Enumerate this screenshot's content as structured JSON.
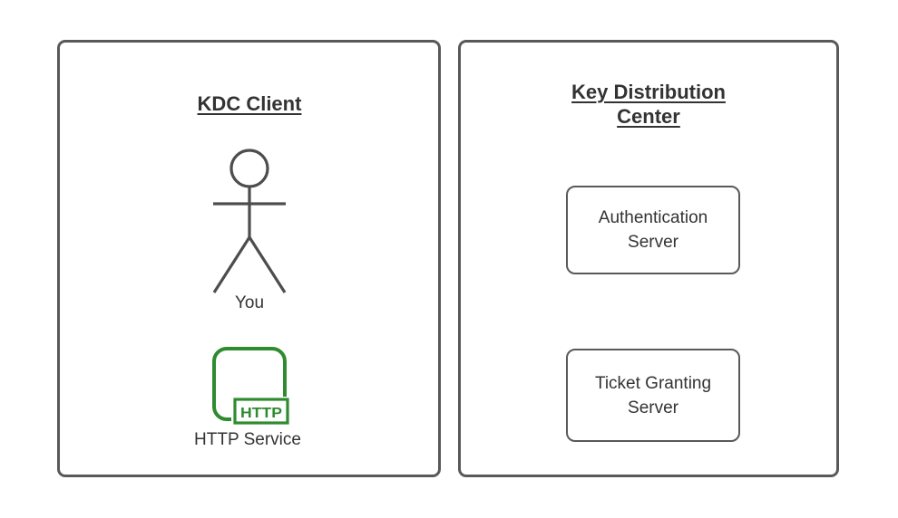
{
  "client_panel": {
    "title": "KDC Client",
    "actor_label": "You",
    "service_label": "HTTP Service",
    "service_badge_text": "HTTP"
  },
  "kdc_panel": {
    "title": "Key Distribution Center",
    "nodes": [
      {
        "label": "Authentication Server"
      },
      {
        "label": "Ticket Granting Server"
      }
    ]
  },
  "colors": {
    "panel_border": "#595959",
    "figure_stroke": "#4d4d4d",
    "text": "#333333",
    "service_green": "#2e8b2e",
    "background": "#ffffff"
  }
}
